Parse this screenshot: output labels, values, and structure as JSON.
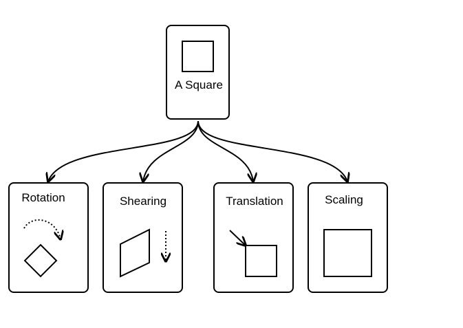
{
  "root": {
    "label": "A Square"
  },
  "children": [
    {
      "label": "Rotation"
    },
    {
      "label": "Shearing"
    },
    {
      "label": "Translation"
    },
    {
      "label": "Scaling"
    }
  ],
  "colors": {
    "stroke": "#000000",
    "background": "#ffffff"
  }
}
